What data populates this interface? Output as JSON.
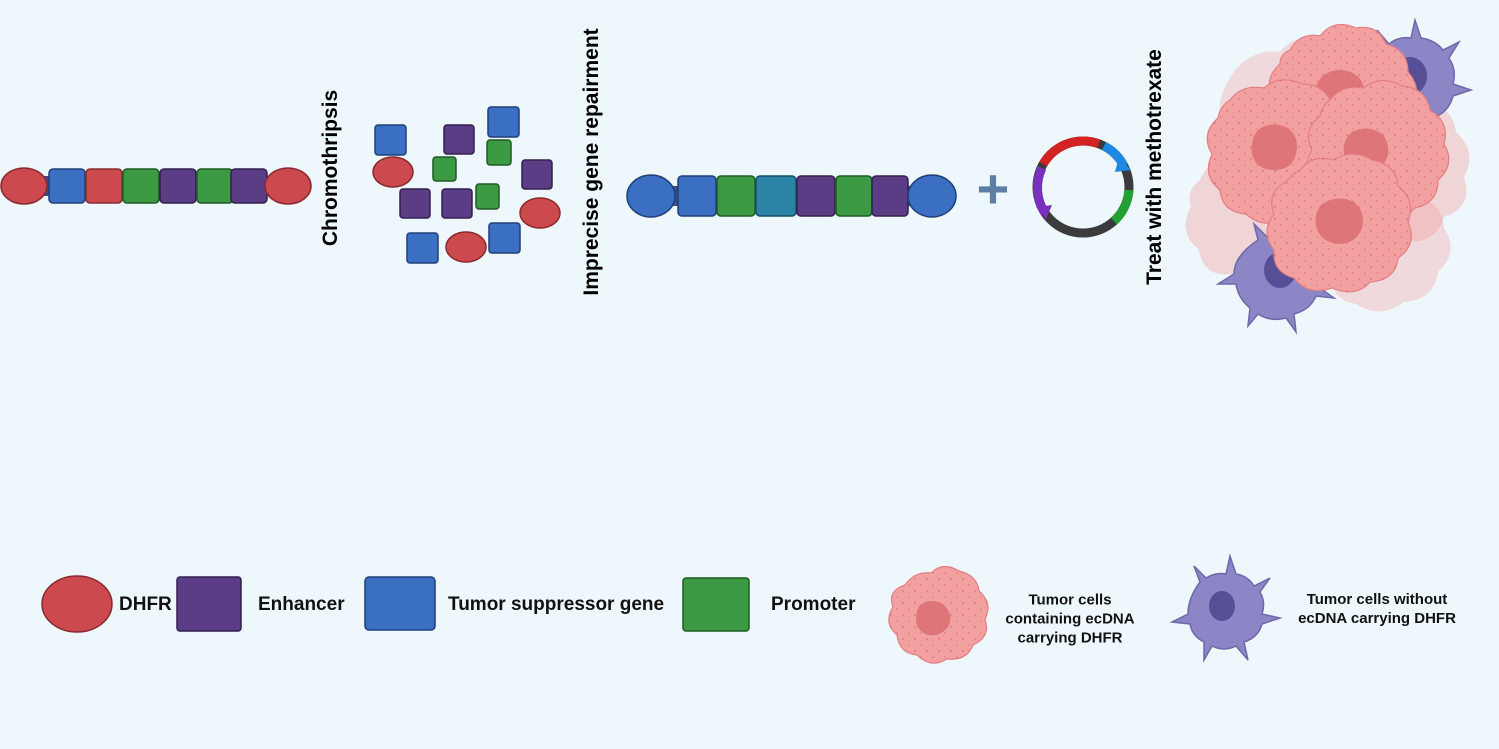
{
  "steps": {
    "chromothripsis": "Chromothripsis",
    "repair": "Imprecise gene repairment",
    "treat": "Treat with methotrexate"
  },
  "plus_sign": "+",
  "legend": {
    "dhfr": "DHFR",
    "enhancer": "Enhancer",
    "tumor_suppressor": "Tumor suppressor gene",
    "promoter": "Promoter",
    "tumor_with_ecdna": [
      "Tumor cells",
      "containing ecDNA",
      "carrying DHFR"
    ],
    "tumor_without_ecdna": [
      "Tumor cells without",
      "ecDNA carrying DHFR"
    ]
  },
  "colors": {
    "background": "#eef8fc",
    "dhfr": "#cc4a4e",
    "enhancer": "#5a3d84",
    "tumor_suppressor": "#3a6fc2",
    "promoter": "#3b9a43",
    "teal": "#2b84a6",
    "tumor_cell_pink": "#f2a0a0",
    "tumor_cell_nucleus": "#d96d72",
    "immune_cell_purple": "#8c86c6",
    "immune_cell_nucleus": "#574f95",
    "plus": "#5d7fa6",
    "ring_dark": "#3b3b3b",
    "ring_red": "#d22222",
    "ring_blue": "#1e88e5",
    "ring_green": "#22a033",
    "ring_purple": "#7b2fbe"
  }
}
